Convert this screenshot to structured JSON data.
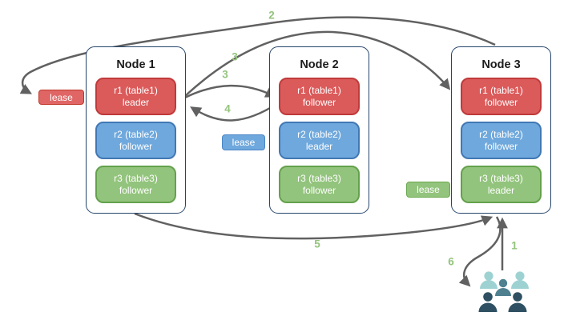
{
  "nodes": [
    {
      "title": "Node 1",
      "replicas": [
        {
          "name": "r1 (table1)",
          "role": "leader",
          "color": "red"
        },
        {
          "name": "r2 (table2)",
          "role": "follower",
          "color": "blue"
        },
        {
          "name": "r3 (table3)",
          "role": "follower",
          "color": "green"
        }
      ]
    },
    {
      "title": "Node 2",
      "replicas": [
        {
          "name": "r1 (table1)",
          "role": "follower",
          "color": "red"
        },
        {
          "name": "r2 (table2)",
          "role": "leader",
          "color": "blue"
        },
        {
          "name": "r3 (table3)",
          "role": "follower",
          "color": "green"
        }
      ]
    },
    {
      "title": "Node 3",
      "replicas": [
        {
          "name": "r1 (table1)",
          "role": "follower",
          "color": "red"
        },
        {
          "name": "r2 (table2)",
          "role": "follower",
          "color": "blue"
        },
        {
          "name": "r3 (table3)",
          "role": "leader",
          "color": "green"
        }
      ]
    }
  ],
  "leases": [
    {
      "label": "lease",
      "color": "red"
    },
    {
      "label": "lease",
      "color": "blue"
    },
    {
      "label": "lease",
      "color": "green"
    }
  ],
  "steps": {
    "s1": "1",
    "s2": "2",
    "s3a": "3",
    "s3b": "3",
    "s4": "4",
    "s5": "5",
    "s6": "6"
  },
  "icons": {
    "users": "users-group-icon"
  },
  "colors": {
    "replica_red_fill": "#db5a5a",
    "replica_red_border": "#bf3b3b",
    "replica_blue_fill": "#6fa8dc",
    "replica_blue_border": "#4178b4",
    "replica_green_fill": "#93c47d",
    "replica_green_border": "#64a14c",
    "lease_red_fill": "#e06666",
    "node_border": "#26456b",
    "arrow": "#616161",
    "step_label": "#93c47d",
    "people_light": "#9ed2d2",
    "people_mid": "#4e8090",
    "people_dark": "#2e5062"
  }
}
